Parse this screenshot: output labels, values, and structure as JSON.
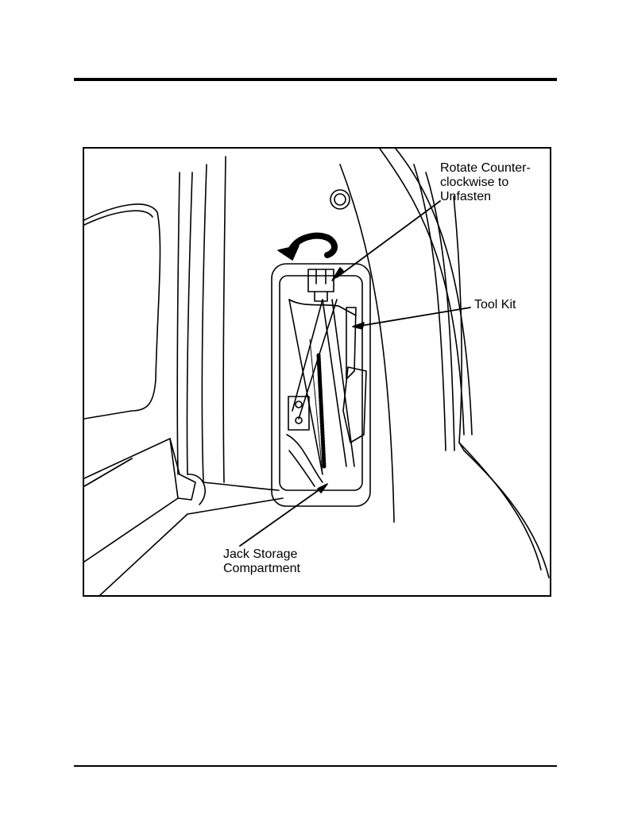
{
  "figure": {
    "callouts": {
      "rotate": "Rotate Counter-\nclockwise to\nUnfasten",
      "tool_kit": "Tool Kit",
      "jack": "Jack Storage\nCompartment"
    }
  }
}
